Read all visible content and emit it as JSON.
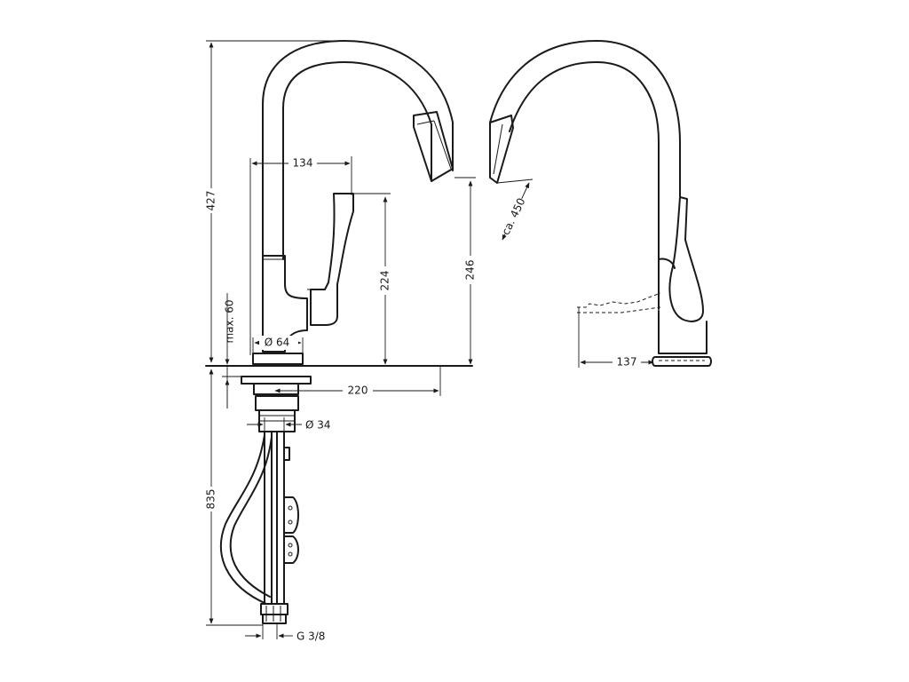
{
  "dimensions": {
    "overall_height": "427",
    "spout_reach": "134",
    "lever_height": "224",
    "spout_outlet_height": "246",
    "deck_thickness": "max. 60",
    "base_diameter": "Ø 64",
    "mount_reach": "220",
    "shank_diameter": "Ø 34",
    "below_deck_length": "835",
    "connection_thread": "G 3/8",
    "hose_extension": "ca. 450",
    "lever_clearance": "137"
  },
  "colors": {
    "line": "#1a1a1a",
    "background": "#ffffff"
  }
}
